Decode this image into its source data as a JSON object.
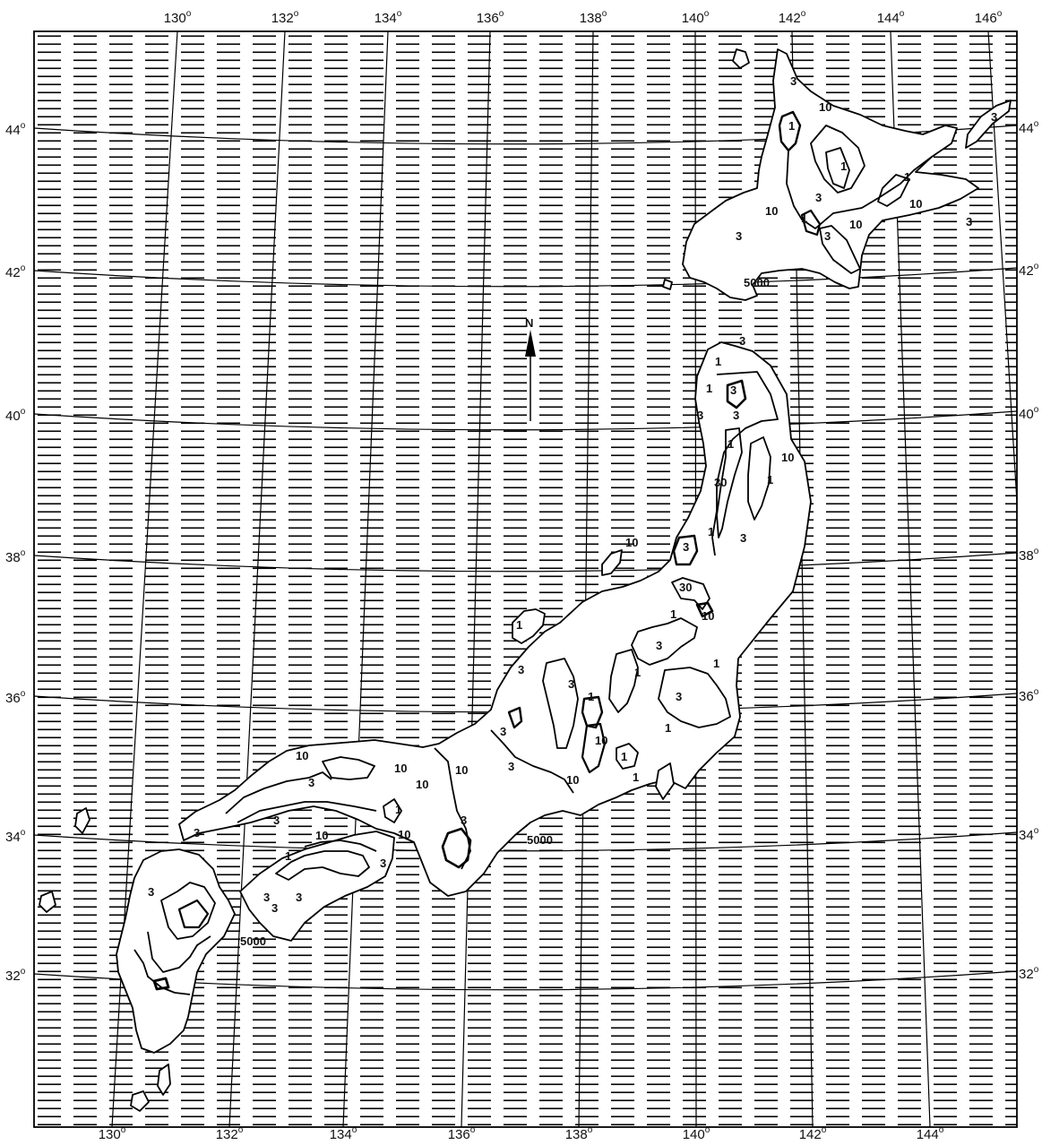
{
  "map": {
    "north_label": "N",
    "longitude_labels_top": [
      "130",
      "132",
      "134",
      "136",
      "138",
      "140",
      "142",
      "144",
      "146"
    ],
    "longitude_labels_bottom": [
      "130",
      "132",
      "134",
      "136",
      "138",
      "140",
      "142",
      "144"
    ],
    "latitude_labels": [
      "44",
      "42",
      "40",
      "38",
      "36",
      "34",
      "32"
    ],
    "degree_symbol": "o",
    "depth_labels": [
      "5000",
      "5000",
      "5000"
    ],
    "contour_labels": [
      "3",
      "10",
      "1",
      "1",
      "3",
      "10",
      "3",
      "10",
      "1",
      "3",
      "3",
      "3",
      "10",
      "1",
      "3",
      "1",
      "1",
      "3",
      "3",
      "3",
      "1",
      "10",
      "1",
      "30",
      "3",
      "1",
      "3",
      "10",
      "30",
      "10",
      "1",
      "3",
      "1",
      "1",
      "3",
      "1",
      "3",
      "1",
      "10",
      "1",
      "1",
      "10",
      "3",
      "10",
      "3",
      "3",
      "3",
      "1",
      "10",
      "10",
      "10",
      "3",
      "3",
      "3",
      "10",
      "3",
      "1",
      "10",
      "1",
      "3",
      "3",
      "3",
      "3"
    ],
    "colors": {
      "sea_hatch": "#000000",
      "land": "#ffffff",
      "frame": "#000000"
    }
  }
}
